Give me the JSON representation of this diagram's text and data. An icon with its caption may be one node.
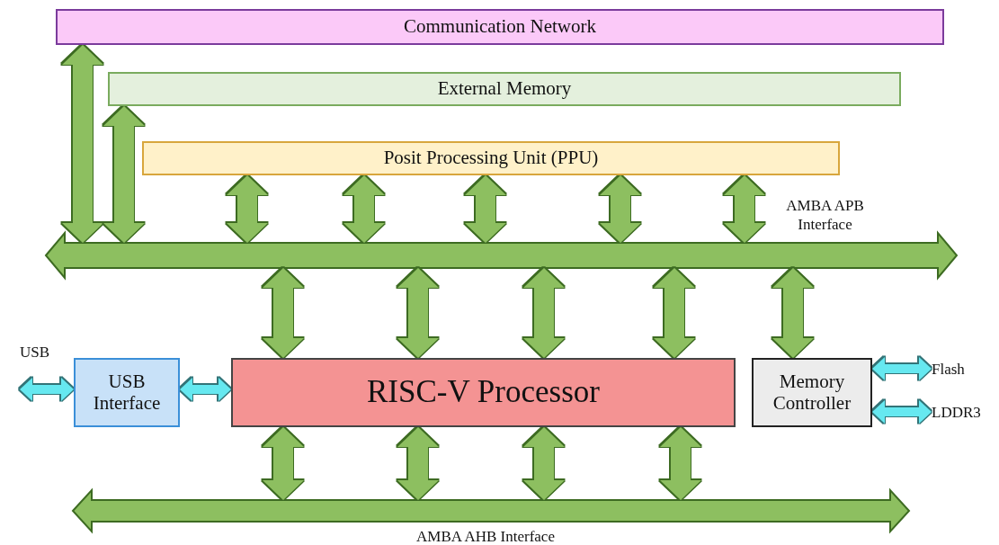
{
  "diagram": {
    "nodes": [
      {
        "text": [
          "Communication Network"
        ]
      },
      {
        "text": [
          "External Memory"
        ]
      },
      {
        "text": [
          "Posit Processing Unit (PPU)"
        ]
      },
      {
        "text": [
          "AMBA APB Interface"
        ]
      },
      {
        "text": [
          "USB Interface"
        ]
      },
      {
        "text": [
          "RISC-V Processor"
        ]
      },
      {
        "text": [
          "Memory Controller"
        ]
      },
      {
        "text": [
          "AMBA AHB Interface"
        ]
      },
      {
        "text": [
          "USB"
        ]
      },
      {
        "text": [
          "Flash"
        ]
      },
      {
        "text": [
          "LDDR3"
        ]
      }
    ],
    "edges": [
      {
        "from": 0,
        "to": 3,
        "arrow": "both"
      },
      {
        "from": 1,
        "to": 3,
        "arrow": "both"
      },
      {
        "from": 2,
        "to": 3,
        "arrow": "both"
      },
      {
        "from": 2,
        "to": 3,
        "arrow": "both"
      },
      {
        "from": 2,
        "to": 3,
        "arrow": "both"
      },
      {
        "from": 2,
        "to": 3,
        "arrow": "both"
      },
      {
        "from": 2,
        "to": 3,
        "arrow": "both"
      },
      {
        "from": 3,
        "to": 5,
        "arrow": "both"
      },
      {
        "from": 3,
        "to": 5,
        "arrow": "both"
      },
      {
        "from": 3,
        "to": 5,
        "arrow": "both"
      },
      {
        "from": 3,
        "to": 5,
        "arrow": "both"
      },
      {
        "from": 3,
        "to": 6,
        "arrow": "both"
      },
      {
        "from": 5,
        "to": 7,
        "arrow": "both"
      },
      {
        "from": 5,
        "to": 7,
        "arrow": "both"
      },
      {
        "from": 5,
        "to": 7,
        "arrow": "both"
      },
      {
        "from": 5,
        "to": 7,
        "arrow": "both"
      },
      {
        "from": 8,
        "to": 4,
        "arrow": "both",
        "color": "#66e8f0"
      },
      {
        "from": 4,
        "to": 5,
        "arrow": "both",
        "color": "#66e8f0"
      },
      {
        "from": 6,
        "to": 9,
        "arrow": "both",
        "color": "#66e8f0"
      },
      {
        "from": 6,
        "to": 10,
        "arrow": "both",
        "color": "#66e8f0"
      }
    ]
  }
}
